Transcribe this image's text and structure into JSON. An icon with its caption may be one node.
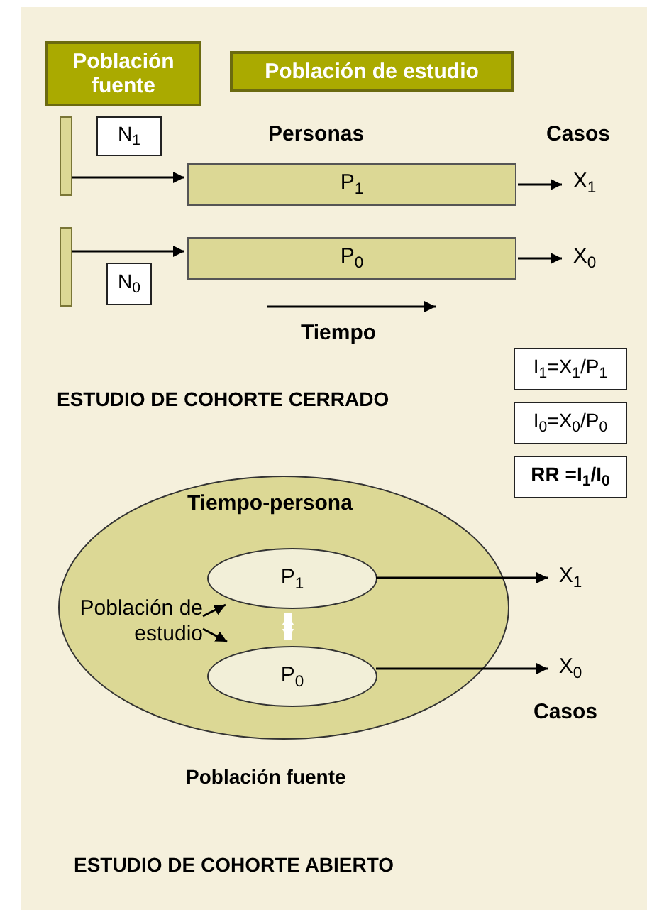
{
  "diagram": {
    "nodes": [
      {
        "text": [
          "Población fuente"
        ]
      },
      {
        "text": [
          "Población de estudio"
        ]
      },
      {
        "text": [],
        "shape": "bar"
      },
      {
        "text": [
          "N$_{1}$"
        ]
      },
      {
        "text": [
          "P$_{1}$"
        ]
      },
      {
        "text": [
          "X$_{1}$"
        ]
      },
      {
        "text": [],
        "shape": "bar"
      },
      {
        "text": [
          "N$_{0}$"
        ]
      },
      {
        "text": [
          "P$_{0}$"
        ]
      },
      {
        "text": [
          "X$_{0}$"
        ]
      },
      {
        "text": [
          "I$_{1}$=X$_{1}$/P$_{1}$"
        ]
      },
      {
        "text": [
          "I$_{0}$=X$_{0}$/P$_{0}$"
        ]
      },
      {
        "text": [
          "RR =I$_{1}$/I$_{0}$"
        ]
      },
      {
        "text": [
          "Tiempo-persona"
        ],
        "beside": [
          "Población fuente"
        ]
      },
      {
        "text": [
          "Población de estudio"
        ],
        "in": 13
      },
      {
        "text": [
          "P$_{1}$"
        ],
        "in": 13
      },
      {
        "text": [
          "P$_{0}$"
        ],
        "in": 13
      },
      {
        "text": [
          "X$_{1}$"
        ]
      },
      {
        "text": [
          "X$_{0}$"
        ]
      }
    ],
    "edges": [
      {
        "from": 2,
        "to": 4,
        "arrow": "to"
      },
      {
        "from": 4,
        "to": 5,
        "arrow": "to"
      },
      {
        "from": 6,
        "to": 8,
        "arrow": "to"
      },
      {
        "from": 8,
        "to": 9,
        "arrow": "to"
      },
      {
        "from": 14,
        "to": 15,
        "arrow": "to"
      },
      {
        "from": 14,
        "to": 16,
        "arrow": "to"
      },
      {
        "from": 15,
        "to": 16,
        "arrow": "both",
        "style": "thick",
        "color": "#ffffff"
      },
      {
        "from": 15,
        "to": 17,
        "arrow": "to"
      },
      {
        "from": 16,
        "to": 18,
        "arrow": "to"
      }
    ],
    "labels": [
      "Personas",
      "Casos",
      "Tiempo",
      "ESTUDIO DE COHORTE CERRADO",
      "Casos",
      "ESTUDIO DE COHORTE ABIERTO"
    ]
  }
}
